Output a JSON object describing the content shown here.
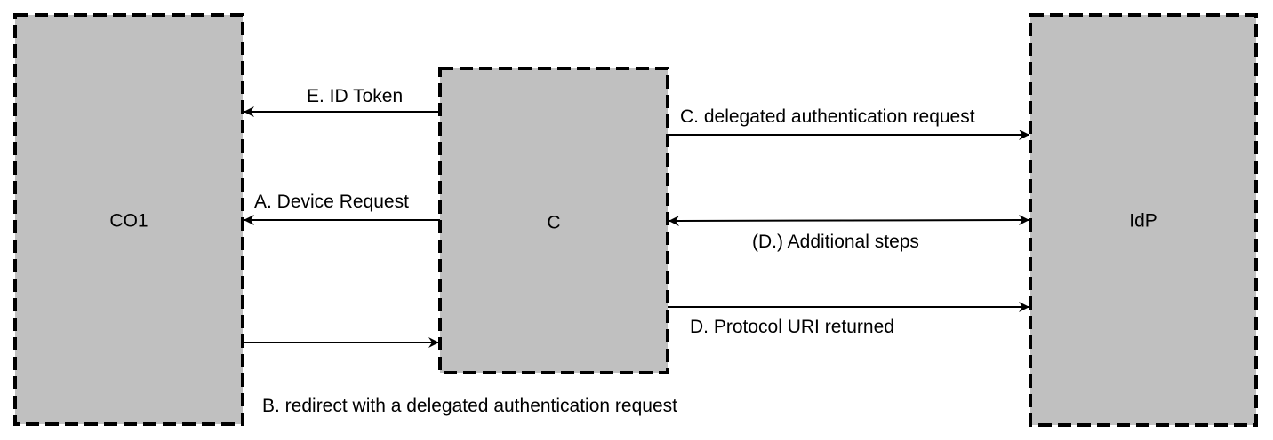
{
  "nodes": {
    "co1": {
      "label": "CO1"
    },
    "c": {
      "label": "C"
    },
    "idp": {
      "label": "IdP"
    }
  },
  "edges": {
    "e_id_token": {
      "label": "E. ID Token"
    },
    "a_device_request": {
      "label": "A. Device Request"
    },
    "b_redirect": {
      "label": "B. redirect with a delegated authentication request"
    },
    "c_delegated_request": {
      "label": "C. delegated authentication request"
    },
    "d_additional_steps": {
      "label": "(D.) Additional steps"
    },
    "d_protocol_uri": {
      "label": "D. Protocol URI returned"
    }
  },
  "colors": {
    "box_fill": "#c0c0c0",
    "stroke": "#000000",
    "background": "#ffffff"
  }
}
